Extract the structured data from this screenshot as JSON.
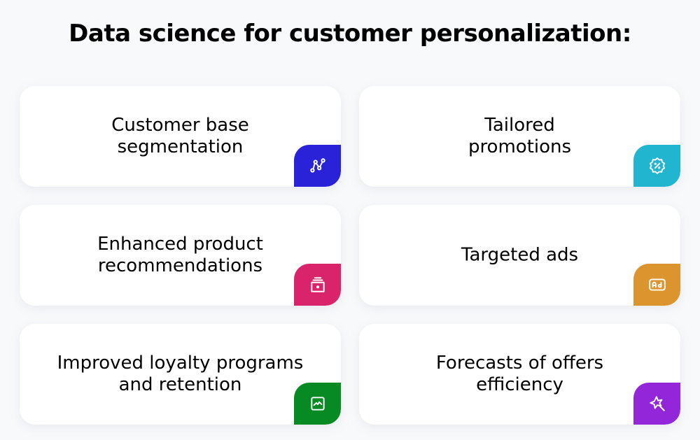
{
  "title": "Data science for customer personalization:",
  "cards": [
    {
      "label": "Customer base segmentation",
      "icon": "segmentation-nodes-icon",
      "color": "#2a22d8"
    },
    {
      "label": "Tailored promotions",
      "icon": "discount-badge-icon",
      "color": "#22b5cf"
    },
    {
      "label": "Enhanced product recommendations",
      "icon": "product-box-icon",
      "color": "#d9246c"
    },
    {
      "label": "Targeted ads",
      "icon": "ad-icon",
      "color": "#dc942e"
    },
    {
      "label": "Improved loyalty programs and retention",
      "icon": "chart-frame-icon",
      "color": "#078a24"
    },
    {
      "label": "Forecasts of offers efficiency",
      "icon": "magic-star-icon",
      "color": "#9326d8"
    }
  ]
}
